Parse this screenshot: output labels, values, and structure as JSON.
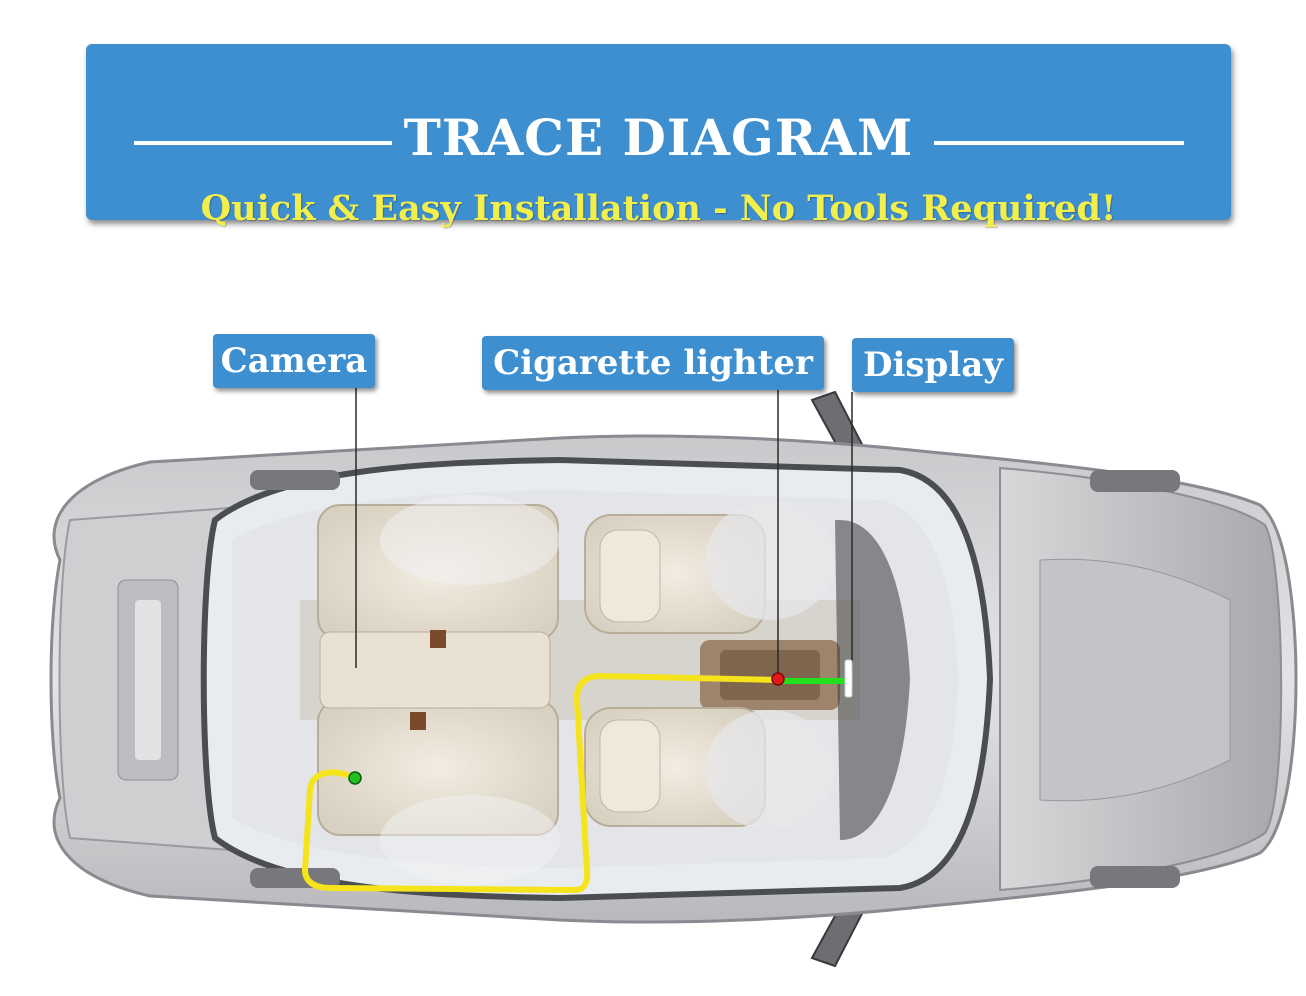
{
  "banner": {
    "title": "TRACE DIAGRAM",
    "subtitle": "Quick & Easy Installation - No Tools Required!"
  },
  "labels": {
    "camera": "Camera",
    "cigarette_lighter": "Cigarette lighter",
    "display": "Display"
  },
  "colors": {
    "banner_blue": "#3d8fd0",
    "subtitle_yellow": "#f2ee4c",
    "trace_yellow": "#f5e41c",
    "power_green": "#22e01c",
    "camera_dot": "#22c022",
    "lighter_dot": "#e01a1a",
    "display_bar": "#ffffff"
  },
  "icons": {
    "car": "car-top-view-icon"
  }
}
